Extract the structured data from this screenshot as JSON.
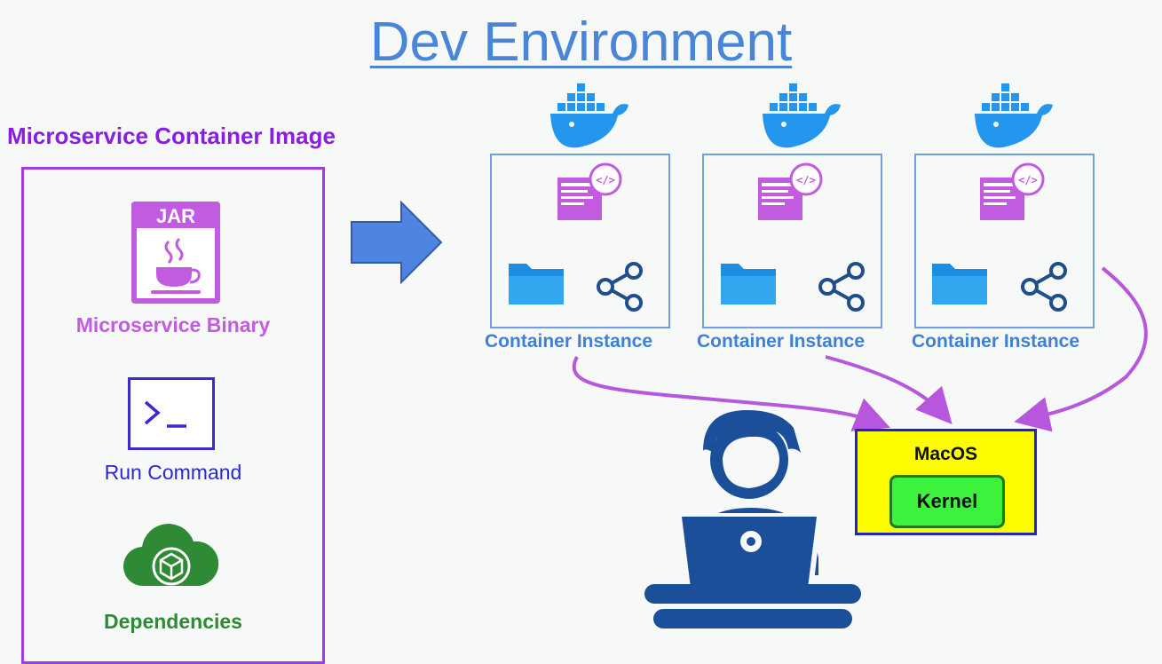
{
  "title": "Dev Environment",
  "image_panel": {
    "title": "Microservice Container Image",
    "items": [
      {
        "label": "Microservice Binary",
        "icon": "jar-file-icon",
        "badge": "JAR"
      },
      {
        "label": "Run Command",
        "icon": "terminal-icon"
      },
      {
        "label": "Dependencies",
        "icon": "cloud-package-icon"
      }
    ]
  },
  "containers": [
    {
      "label": "Container Instance"
    },
    {
      "label": "Container Instance"
    },
    {
      "label": "Container Instance"
    }
  ],
  "host": {
    "os_label": "MacOS",
    "kernel_label": "Kernel"
  },
  "colors": {
    "title": "#4a86d8",
    "image_border": "#a23ce6",
    "container_border": "#6f9fe6",
    "docker": "#2496ed",
    "connector": "#b657de",
    "macos_fill": "#fdfd00",
    "kernel_fill": "#3df23d",
    "developer": "#1c4f99"
  }
}
